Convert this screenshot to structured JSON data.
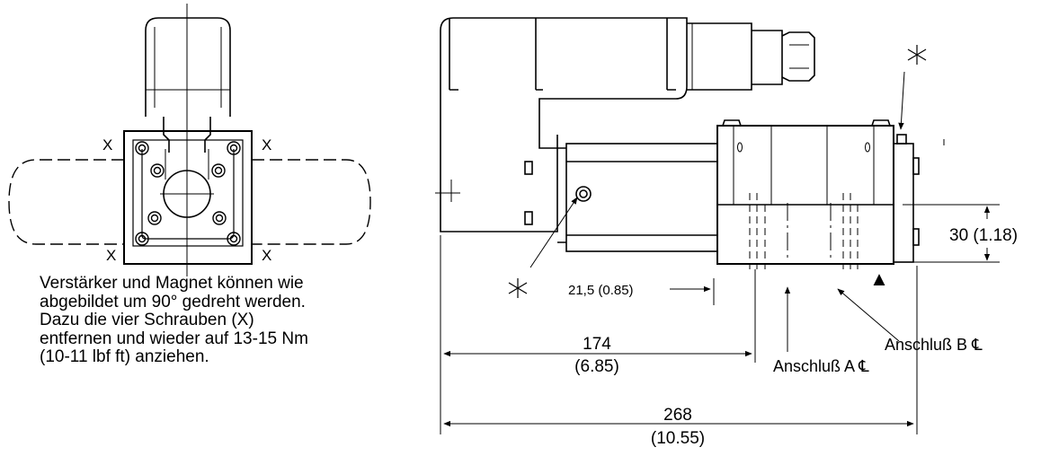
{
  "side_view": {
    "bolt_label": "X",
    "caption_lines": [
      "Verstärker und Magnet können wie",
      "abgebildet um 90° gedreht werden.",
      "Dazu die vier Schrauben (X)",
      "entfernen und wieder auf 13-15 Nm",
      "(10-11 lbf ft) anziehen."
    ]
  },
  "front_view": {
    "marker_symbol": "*",
    "dim_30": "30 (1.18)",
    "dim_21_5": "21,5 (0.85)",
    "dim_174_mm": "174",
    "dim_174_in": "(6.85)",
    "dim_268_mm": "268",
    "dim_268_in": "(10.55)",
    "port_a": "Anschluß A",
    "port_b": "Anschluß B",
    "centerline_symbol": "℄",
    "triangle_symbol": "▲"
  }
}
